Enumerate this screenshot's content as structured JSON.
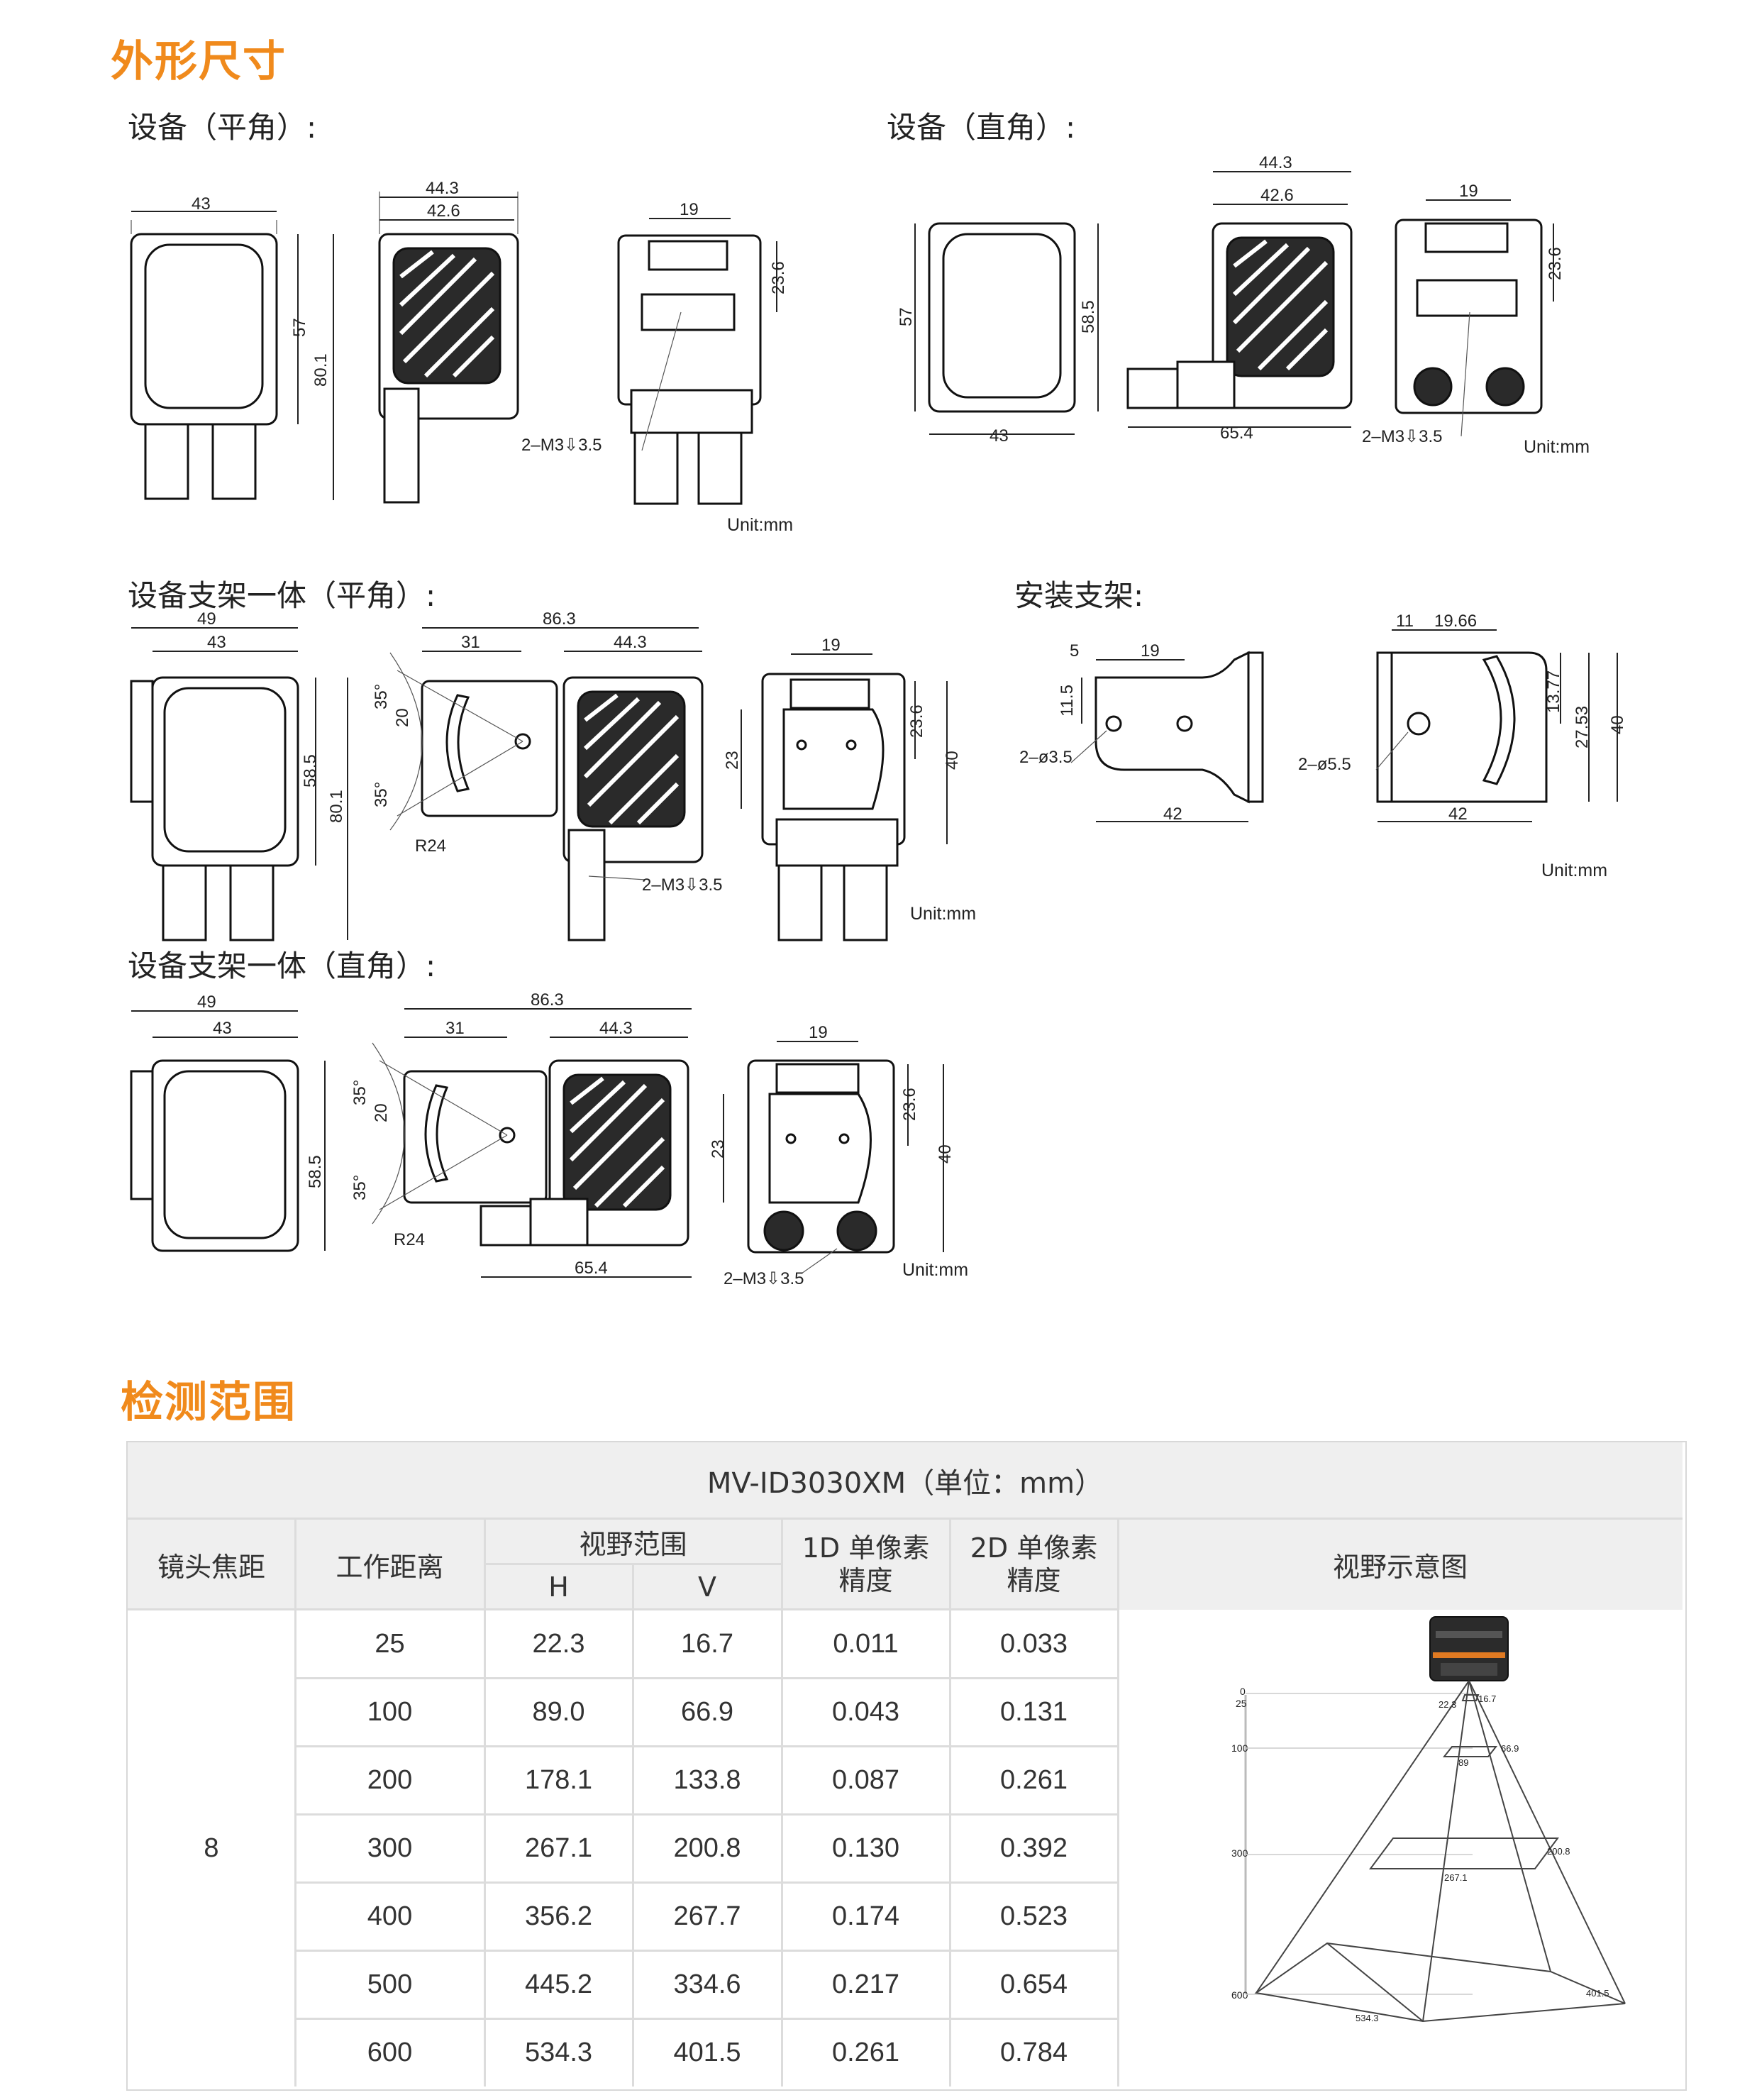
{
  "sections": {
    "dimensions_title": "外形尺寸",
    "range_title": "检测范围"
  },
  "subtitles": {
    "flat": "设备（平角）:",
    "right": "设备（直角）:",
    "bracket_flat": "设备支架一体（平角）:",
    "bracket_mount": "安装支架:",
    "bracket_right": "设备支架一体（直角）:"
  },
  "unit_label": "Unit:mm",
  "dims": {
    "d43": "43",
    "d44_3": "44.3",
    "d42_6": "42.6",
    "d19": "19",
    "d23_6": "23.6",
    "d57": "57",
    "d80_1": "80.1",
    "d58_5": "58.5",
    "d65_4": "65.4",
    "m3": "2–M3⇩3.5",
    "d49": "49",
    "d86_3": "86.3",
    "d31": "31",
    "d35": "35°",
    "d20": "20",
    "r24": "R24",
    "d23": "23",
    "d40": "40",
    "d5": "5",
    "d11_5": "11.5",
    "d3_5": "2–ø3.5",
    "d42": "42",
    "d11": "11",
    "d19_66": "19.66",
    "d13_77": "13.77",
    "d27_53": "27.53",
    "d5_5": "2–ø5.5"
  },
  "table": {
    "title": "MV-ID3030XM（单位：mm）",
    "headers": {
      "focal": "镜头焦距",
      "distance": "工作距离",
      "fov": "视野范围",
      "h": "H",
      "v": "V",
      "px1d": "1D 单像素\n精度",
      "px2d": "2D 单像素\n精度",
      "diagram": "视野示意图"
    },
    "focal_value": "8",
    "rows": [
      {
        "distance": "25",
        "h": "22.3",
        "v": "16.7",
        "px1d": "0.011",
        "px2d": "0.033"
      },
      {
        "distance": "100",
        "h": "89.0",
        "v": "66.9",
        "px1d": "0.043",
        "px2d": "0.131"
      },
      {
        "distance": "200",
        "h": "178.1",
        "v": "133.8",
        "px1d": "0.087",
        "px2d": "0.261"
      },
      {
        "distance": "300",
        "h": "267.1",
        "v": "200.8",
        "px1d": "0.130",
        "px2d": "0.392"
      },
      {
        "distance": "400",
        "h": "356.2",
        "v": "267.7",
        "px1d": "0.174",
        "px2d": "0.523"
      },
      {
        "distance": "500",
        "h": "445.2",
        "v": "334.6",
        "px1d": "0.217",
        "px2d": "0.654"
      },
      {
        "distance": "600",
        "h": "534.3",
        "v": "401.5",
        "px1d": "0.261",
        "px2d": "0.784"
      }
    ]
  },
  "fov_diagram": {
    "axis": [
      "0",
      "25",
      "100",
      "300",
      "600"
    ],
    "labels": {
      "h25": "22.3",
      "v25": "16.7",
      "h100": "89",
      "v100": "66.9",
      "h300": "267.1",
      "v300": "200.8",
      "h600": "534.3",
      "v600": "401.5"
    }
  }
}
